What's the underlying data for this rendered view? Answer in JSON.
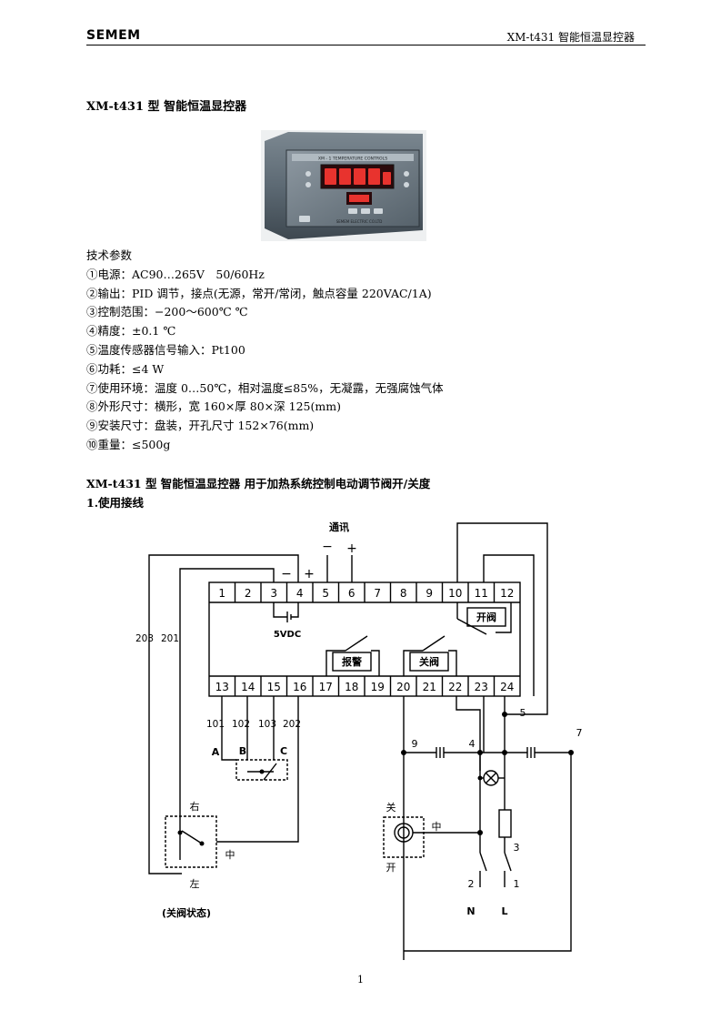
{
  "header": {
    "brand": "SEMEM",
    "title": "XM-t431 智能恒温显控器"
  },
  "title": "XM-t431 型 智能恒温显控器",
  "photo": {
    "panel_label": "XM - 1   TEMPERATURE   CONTROLS",
    "maker_label": "SEMEM ELECTRIC CO.LTD"
  },
  "params": {
    "heading": "技术参数",
    "items": [
      "①电源：AC90…265V　50/60Hz",
      "②输出：PID 调节，接点(无源，常开/常闭，触点容量 220VAC/1A)",
      "③控制范围：−200～600℃  ℃",
      "④精度：±0.1 ℃",
      "⑤温度传感器信号输入：Pt100",
      "⑥功耗：≤4 W",
      "⑦使用环境：温度 0…50℃，相对温度≤85%，无凝露，无强腐蚀气体",
      "⑧外形尺寸：横形，宽 160×厚 80×深 125(mm)",
      "⑨安装尺寸：盘装，开孔尺寸 152×76(mm)",
      "⑩重量：≤500g"
    ]
  },
  "section2": {
    "title": "XM-t431 型 智能恒温显控器 用于加热系统控制电动调节阀开/关度",
    "subtitle": "1.使用接线"
  },
  "diagram": {
    "comm": "通讯",
    "minus": "−",
    "plus": "+",
    "top_terminals": [
      "1",
      "2",
      "3",
      "4",
      "5",
      "6",
      "7",
      "8",
      "9",
      "10",
      "11",
      "12"
    ],
    "bottom_terminals": [
      "13",
      "14",
      "15",
      "16",
      "17",
      "18",
      "19",
      "20",
      "21",
      "22",
      "23",
      "24"
    ],
    "supply": "5VDC",
    "open_valve": "开阀",
    "alarm": "报警",
    "close_valve": "关阀",
    "left_wire_a": "203",
    "left_wire_b": "201",
    "wire_101": "101",
    "wire_102": "102",
    "wire_103": "103",
    "wire_202": "202",
    "sensor_a": "A",
    "sensor_b": "B",
    "sensor_c": "C",
    "right": "右",
    "middle": "中",
    "left": "左",
    "close_state": "(关阀状态)",
    "close": "关",
    "open": "开",
    "n": "N",
    "l": "L",
    "node_1": "1",
    "node_2": "2",
    "node_3": "3",
    "node_4": "4",
    "node_5": "5",
    "node_7": "7",
    "node_9": "9"
  },
  "page_number": "1"
}
